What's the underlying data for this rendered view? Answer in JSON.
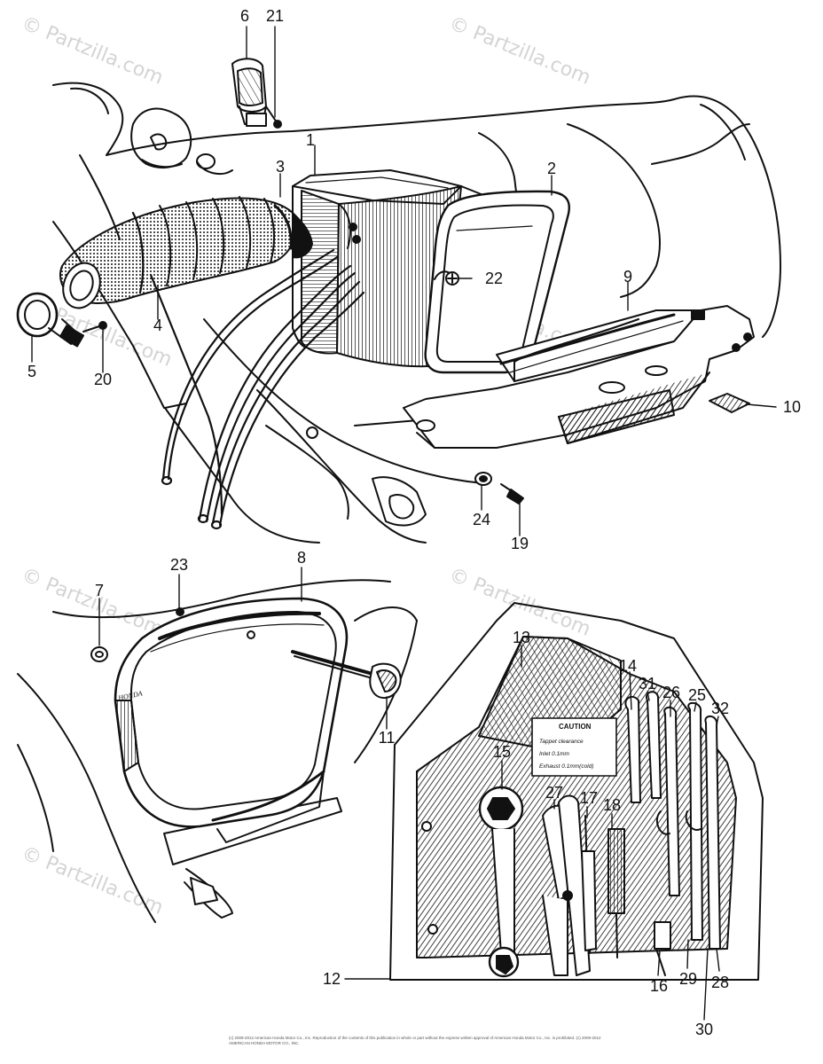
{
  "watermark": {
    "symbol": "©",
    "text": "Partzilla.com"
  },
  "copyright_text": "(c) 2009-2012 American Honda Motor Co., Inc. Reproduction of the contents of this publication in whole or part without the express written approval of American Honda Motor Co., Inc. is prohibited. (c) 2009-2012 AMERICAN HONDA MOTOR CO., INC.",
  "caution": {
    "title": "CAUTION",
    "lines": [
      "Tappet clearance",
      "Inlet  0.1mm",
      "Exhaust 0.1mm(cold)"
    ]
  },
  "callouts": [
    {
      "id": "c1",
      "text": "1"
    },
    {
      "id": "c2",
      "text": "2"
    },
    {
      "id": "c3",
      "text": "3"
    },
    {
      "id": "c4",
      "text": "4"
    },
    {
      "id": "c5",
      "text": "5"
    },
    {
      "id": "c6",
      "text": "6"
    },
    {
      "id": "c7",
      "text": "7"
    },
    {
      "id": "c8",
      "text": "8"
    },
    {
      "id": "c9",
      "text": "9"
    },
    {
      "id": "c10",
      "text": "10"
    },
    {
      "id": "c11",
      "text": "11"
    },
    {
      "id": "c12",
      "text": "12"
    },
    {
      "id": "c13",
      "text": "13"
    },
    {
      "id": "c14",
      "text": "14"
    },
    {
      "id": "c15",
      "text": "15"
    },
    {
      "id": "c16",
      "text": "16"
    },
    {
      "id": "c17",
      "text": "17"
    },
    {
      "id": "c18",
      "text": "18"
    },
    {
      "id": "c19",
      "text": "19"
    },
    {
      "id": "c20",
      "text": "20"
    },
    {
      "id": "c21",
      "text": "21"
    },
    {
      "id": "c22",
      "text": "22"
    },
    {
      "id": "c23",
      "text": "23"
    },
    {
      "id": "c24",
      "text": "24"
    },
    {
      "id": "c25",
      "text": "25"
    },
    {
      "id": "c26",
      "text": "26"
    },
    {
      "id": "c27",
      "text": "27"
    },
    {
      "id": "c28",
      "text": "28"
    },
    {
      "id": "c29",
      "text": "29"
    },
    {
      "id": "c30",
      "text": "30"
    },
    {
      "id": "c31",
      "text": "31"
    },
    {
      "id": "c32",
      "text": "32"
    }
  ]
}
